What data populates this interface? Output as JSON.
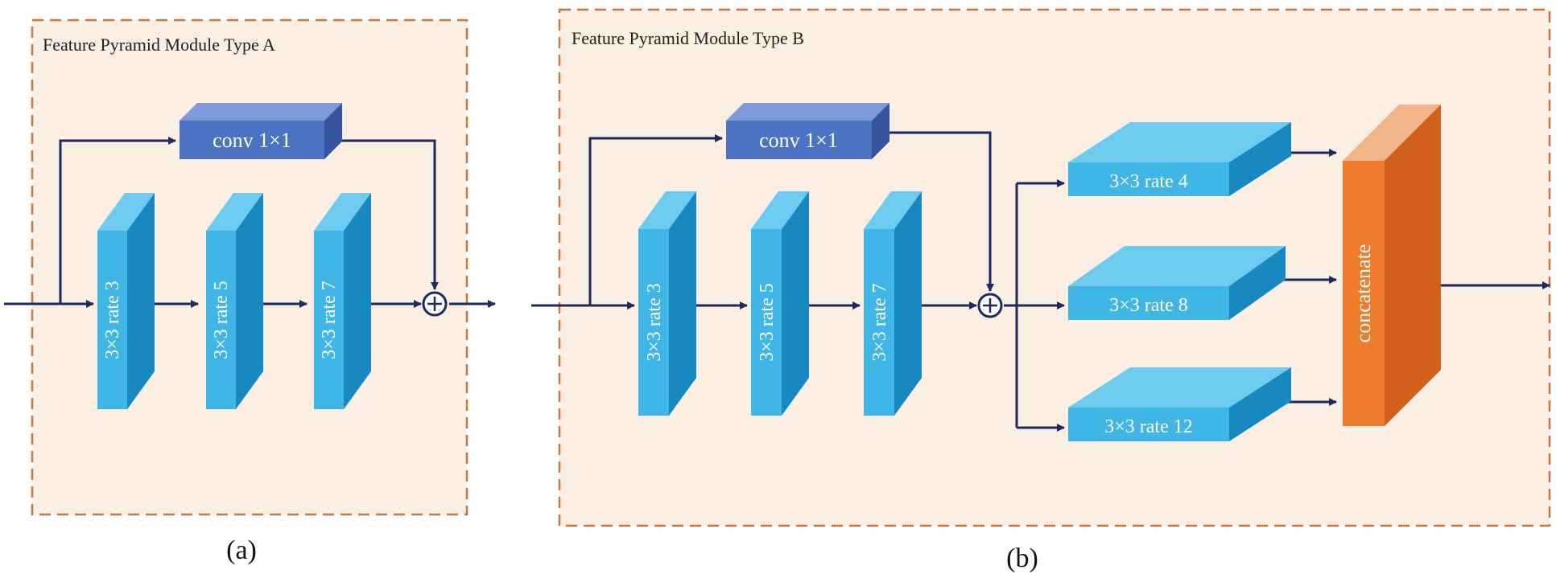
{
  "panel_a": {
    "title": "Feature Pyramid Module Type A",
    "caption": "(a)",
    "conv": "conv 1×1",
    "blocks": [
      "3×3 rate 3",
      "3×3 rate 5",
      "3×3 rate 7"
    ]
  },
  "panel_b": {
    "title": "Feature Pyramid Module Type B",
    "caption": "(b)",
    "conv": "conv 1×1",
    "blocks": [
      "3×3 rate 3",
      "3×3 rate 5",
      "3×3 rate 7"
    ],
    "branches": [
      "3×3 rate 4",
      "3×3 rate 8",
      "3×3 rate 12"
    ],
    "concat": "concatenate"
  },
  "colors": {
    "panel_fill": "#fbeee3",
    "panel_border": "#c8783f",
    "block_front": "#3fb6e6",
    "block_top": "#6ccbef",
    "block_side": "#1888c0",
    "conv_front": "#4c72c4",
    "conv_top": "#7e9ad8",
    "conv_side": "#37559e",
    "concat_front": "#ee7c2c",
    "concat_top": "#f4b48a",
    "concat_side": "#d0601c",
    "arrow": "#1c2a5e"
  }
}
